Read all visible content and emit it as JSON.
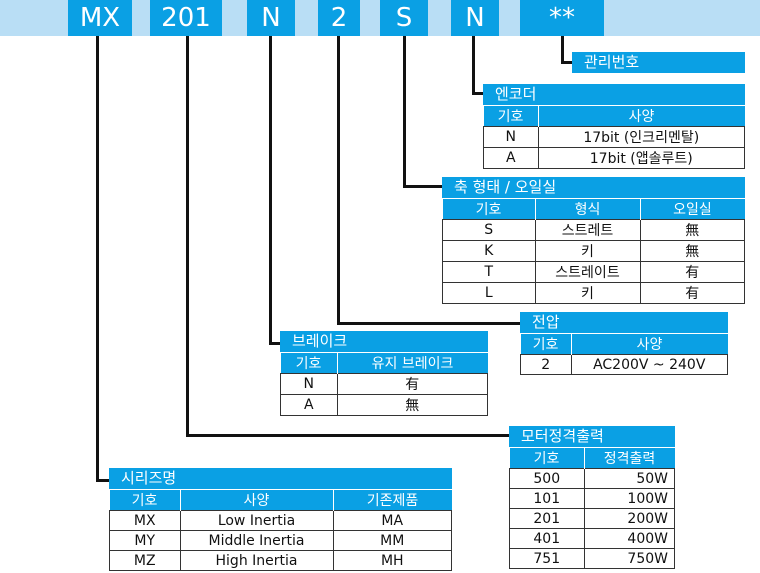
{
  "codes": [
    "MX",
    "201",
    "N",
    "2",
    "S",
    "N",
    "**"
  ],
  "mgmt": {
    "title": "관리번호"
  },
  "encoder": {
    "title": "엔코더",
    "headers": [
      "기호",
      "사양"
    ],
    "rows": [
      [
        "N",
        "17bit (인크리멘탈)"
      ],
      [
        "A",
        "17bit (앱솔루트)"
      ]
    ]
  },
  "shaft": {
    "title": "축 형태 / 오일실",
    "headers": [
      "기호",
      "형식",
      "오일실"
    ],
    "rows": [
      [
        "S",
        "스트레트",
        "無"
      ],
      [
        "K",
        "키",
        "無"
      ],
      [
        "T",
        "스트레이트",
        "有"
      ],
      [
        "L",
        "키",
        "有"
      ]
    ]
  },
  "voltage": {
    "title": "전압",
    "headers": [
      "기호",
      "사양"
    ],
    "rows": [
      [
        "2",
        "AC200V ~ 240V"
      ]
    ]
  },
  "brake": {
    "title": "브레이크",
    "headers": [
      "기호",
      "유지 브레이크"
    ],
    "rows": [
      [
        "N",
        "有"
      ],
      [
        "A",
        "無"
      ]
    ]
  },
  "power": {
    "title": "모터정격출력",
    "headers": [
      "기호",
      "정격출력"
    ],
    "rows": [
      [
        "500",
        "50W"
      ],
      [
        "101",
        "100W"
      ],
      [
        "201",
        "200W"
      ],
      [
        "401",
        "400W"
      ],
      [
        "751",
        "750W"
      ]
    ]
  },
  "series": {
    "title": "시리즈명",
    "headers": [
      "기호",
      "사양",
      "기존제품"
    ],
    "rows": [
      [
        "MX",
        "Low Inertia",
        "MA"
      ],
      [
        "MY",
        "Middle Inertia",
        "MM"
      ],
      [
        "MZ",
        "High Inertia",
        "MH"
      ]
    ]
  },
  "colors": {
    "accent": "#0aa0e4",
    "band": "#b9def5",
    "line": "#111111"
  }
}
